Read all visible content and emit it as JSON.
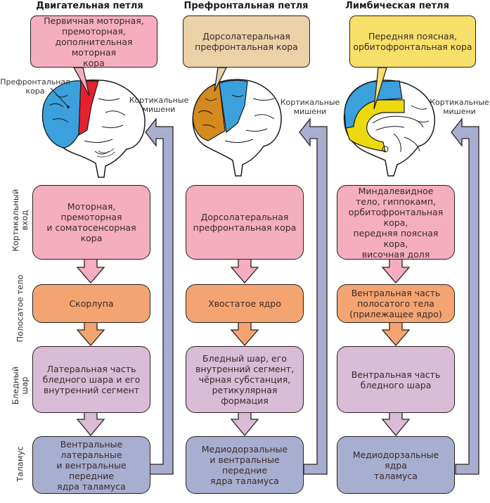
{
  "columns": [
    {
      "title": "Двигательная петля",
      "callout": "Первичная моторная,\nпремоторная,\nдополнительная моторная\nкора",
      "callout_color": "#f5aebf",
      "brain_labels": {
        "left": "Префронтальная\nкора",
        "right": "Кортикальные\nмишени"
      },
      "highlight_colors": [
        "#3ba0dc",
        "#e5202e"
      ],
      "boxes": [
        "Моторная, премоторная\nи соматосенсорная кора",
        "Скорлупа",
        "Латеральная часть\nбледного шара и его\nвнутренний сегмент",
        "Вентральные\nлатеральные\nи вентральные передние\nядра таламуса"
      ]
    },
    {
      "title": "Префронтальная петля",
      "callout": "Дорсолатеральная\nпрефронтальная кора",
      "callout_color": "#ead1a7",
      "brain_labels": {
        "right": "Кортикальные\nмишени"
      },
      "highlight_colors": [
        "#d48a1e",
        "#3ba0dc"
      ],
      "boxes": [
        "Дорсолатеральная\nпрефронтальная кора",
        "Хвостатое ядро",
        "Бледный шар, его\nвнутренний сегмент,\nчёрная субстанция,\nретикулярная формация",
        "Медиодорзальные\nи вентральные передние\nядра таламуса"
      ]
    },
    {
      "title": "Лимбическая петля",
      "callout": "Передняя поясная,\nорбитофронтальная кора",
      "callout_color": "#f8e06a",
      "brain_labels": {
        "right": "Кортикальные\nмишени"
      },
      "highlight_colors": [
        "#3ba0dc",
        "#ecd90f"
      ],
      "boxes": [
        "Миндалевидное\nтело, гиппокамп,\nорбитофронтальная кора,\nпередняя поясная кора,\nвисочная доля",
        "Вентральная часть\nполосатого тела\n(прилежащее ядро)",
        "Вентральная часть\nбледного шара",
        "Медиодорзальные ядра\nталамуса"
      ]
    }
  ],
  "row_labels": [
    "Кортикальный\nвход",
    "Полосатое тело",
    "Бледный\nшар",
    "Таламус"
  ],
  "colors": {
    "cortex": "#f5aebf",
    "striatum": "#f4a470",
    "pallidum": "#d9bcd6",
    "thalamus": "#a8aed0",
    "return_arrow": "#a8aed0"
  }
}
